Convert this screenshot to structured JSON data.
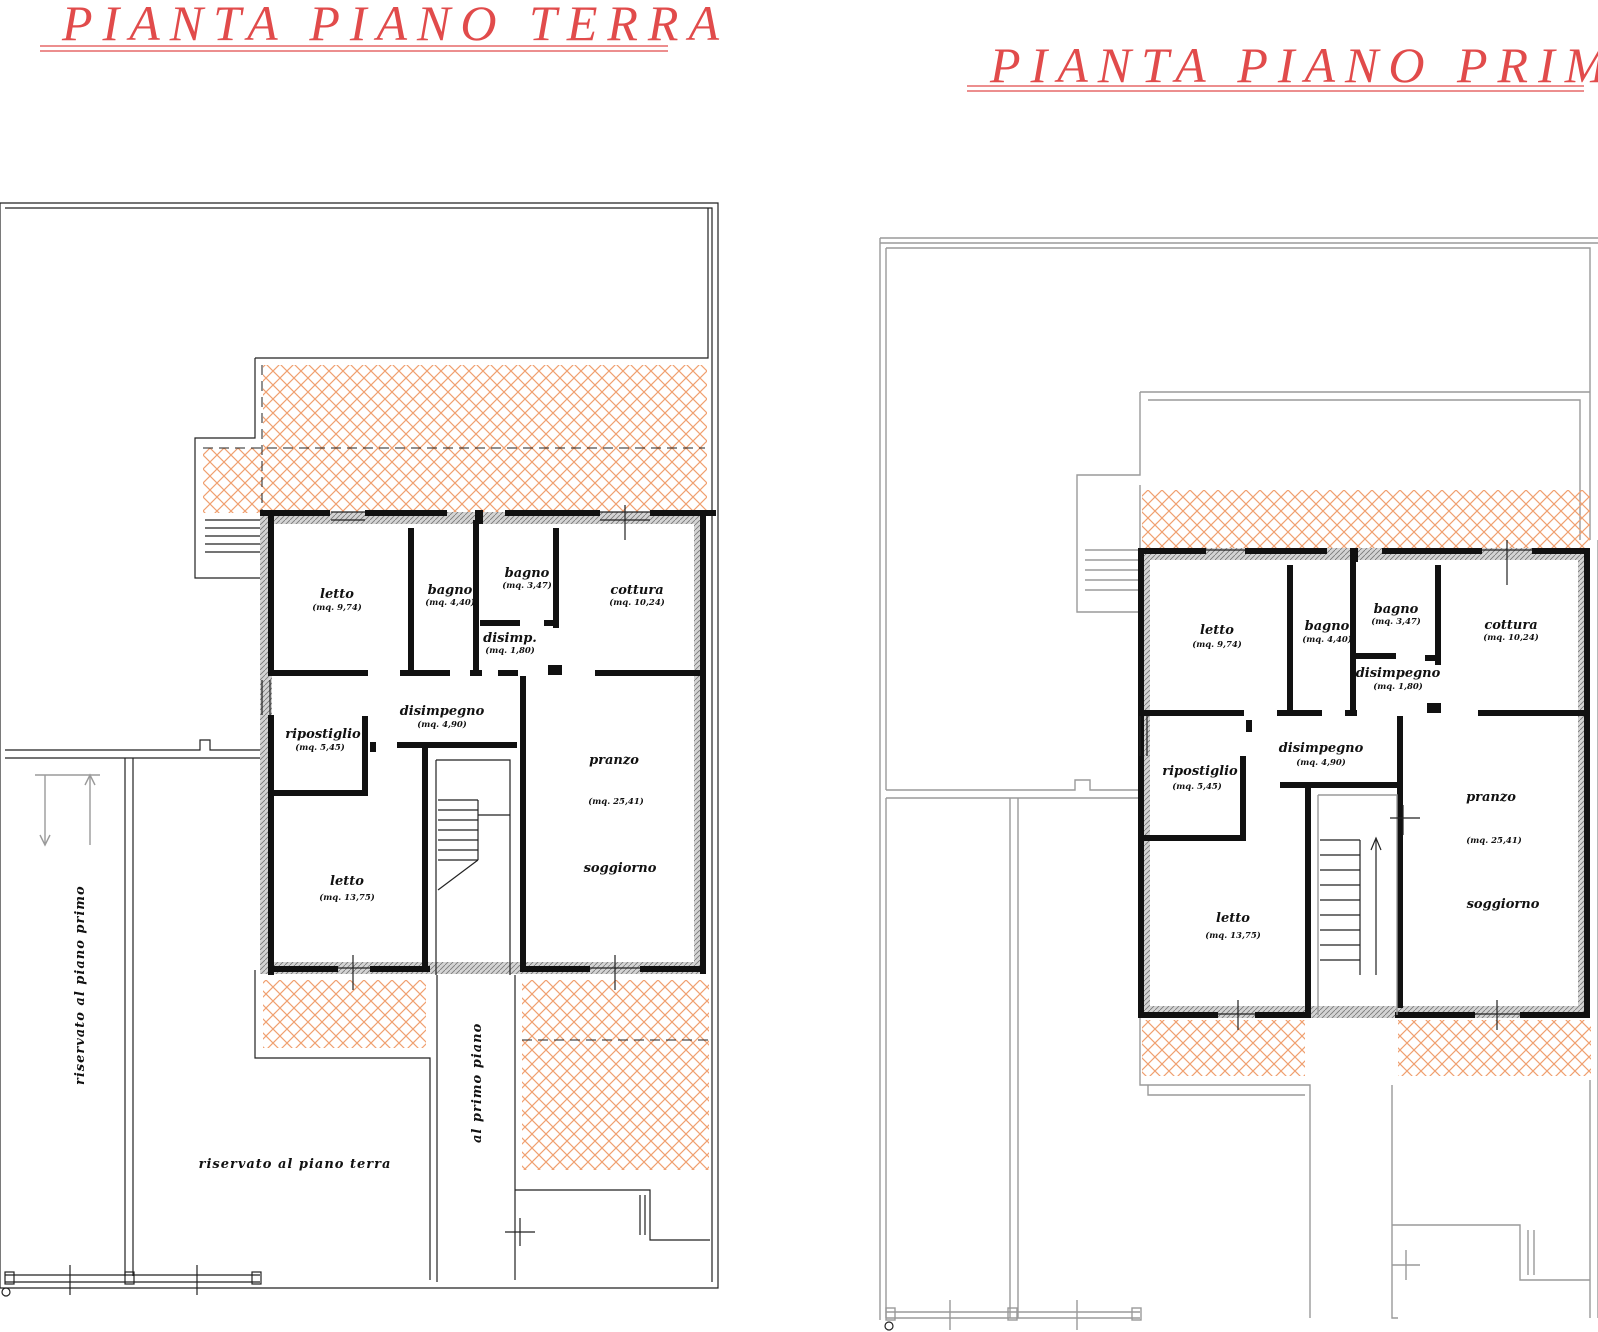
{
  "titles": {
    "ground": "PIANTA PIANO TERRA",
    "first": "PIANTA PIANO PRIMO"
  },
  "ground_floor": {
    "rooms": [
      {
        "name": "letto",
        "area": "(mq. 9,74)"
      },
      {
        "name": "bagno",
        "area": "(mq. 4,40)"
      },
      {
        "name": "bagno",
        "area": "(mq. 3,47)"
      },
      {
        "name": "disimp.",
        "area": "(mq. 1,80)"
      },
      {
        "name": "cottura",
        "area": "(mq. 10,24)"
      },
      {
        "name": "disimpegno",
        "area": "(mq. 4,90)"
      },
      {
        "name": "ripostiglio",
        "area": "(mq. 5,45)"
      },
      {
        "name": "pranzo",
        "area": "(mq. 25,41)",
        "extra": "soggiorno"
      },
      {
        "name": "letto",
        "area": "(mq. 13,75)"
      }
    ],
    "notes": {
      "left_strip": "riservato al piano primo",
      "bottom_area": "riservato al piano terra",
      "stair_corridor": "al primo piano"
    }
  },
  "first_floor": {
    "rooms": [
      {
        "name": "letto",
        "area": "(mq. 9,74)"
      },
      {
        "name": "bagno",
        "area": "(mq. 4,40)"
      },
      {
        "name": "bagno",
        "area": "(mq. 3,47)"
      },
      {
        "name": "disimpegno",
        "area": "(mq. 1,80)"
      },
      {
        "name": "cottura",
        "area": "(mq. 10,24)"
      },
      {
        "name": "disimpegno",
        "area": "(mq. 4,90)"
      },
      {
        "name": "ripostiglio",
        "area": "(mq. 5,45)"
      },
      {
        "name": "pranzo",
        "area": "(mq. 25,41)",
        "extra": "soggiorno"
      },
      {
        "name": "letto",
        "area": "(mq. 13,75)"
      }
    ]
  },
  "colors": {
    "title_red": "#e14b4b",
    "hatch_orange": "#f0a070",
    "wall_black": "#111111",
    "outline_grey": "#9a9a9a"
  }
}
